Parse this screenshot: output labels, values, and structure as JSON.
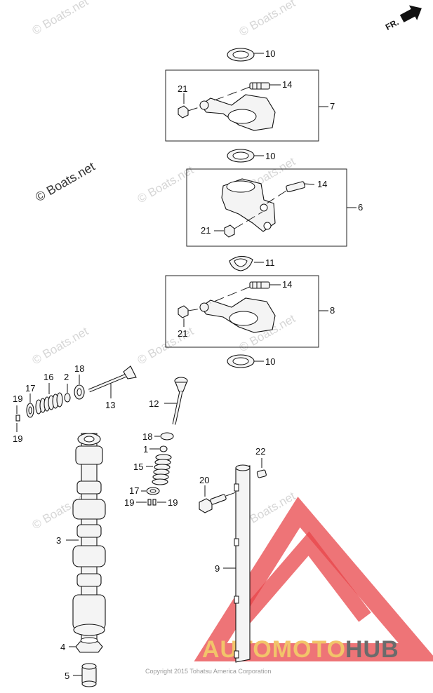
{
  "watermarks": [
    "© Boats.net",
    "© Boats.net",
    "© Boats.net",
    "© Boats.net",
    "© Boats.net",
    "© Boats.net",
    "© Boats.net",
    "© Boats.net",
    "© Boats.net"
  ],
  "main_watermark": "© Boats.net",
  "orientation_label": "FR.",
  "copyright": "Copyright 2015 Tohatsu America Corporation",
  "brand": {
    "part1": "AUTOMOTO",
    "part2": "HUB",
    "color_auto": "#f2c46a",
    "color_hub": "#6b6b6b",
    "logo_color": "#e8454a"
  },
  "callouts": {
    "c10a": "10",
    "c14a": "14",
    "c21a": "21",
    "c7": "7",
    "c10b": "10",
    "c14b": "14",
    "c6": "6",
    "c21b": "21",
    "c11": "11",
    "c14c": "14",
    "c8": "8",
    "c21c": "21",
    "c10c": "10",
    "c19a": "19",
    "c17a": "17",
    "c16": "16",
    "c2": "2",
    "c18a": "18",
    "c13": "13",
    "c19b": "19",
    "c12": "12",
    "c18b": "18",
    "c1": "1",
    "c15": "15",
    "c17b": "17",
    "c19c": "19",
    "c19d": "19",
    "c22": "22",
    "c20": "20",
    "c3": "3",
    "c9": "9",
    "c4": "4",
    "c5": "5"
  }
}
